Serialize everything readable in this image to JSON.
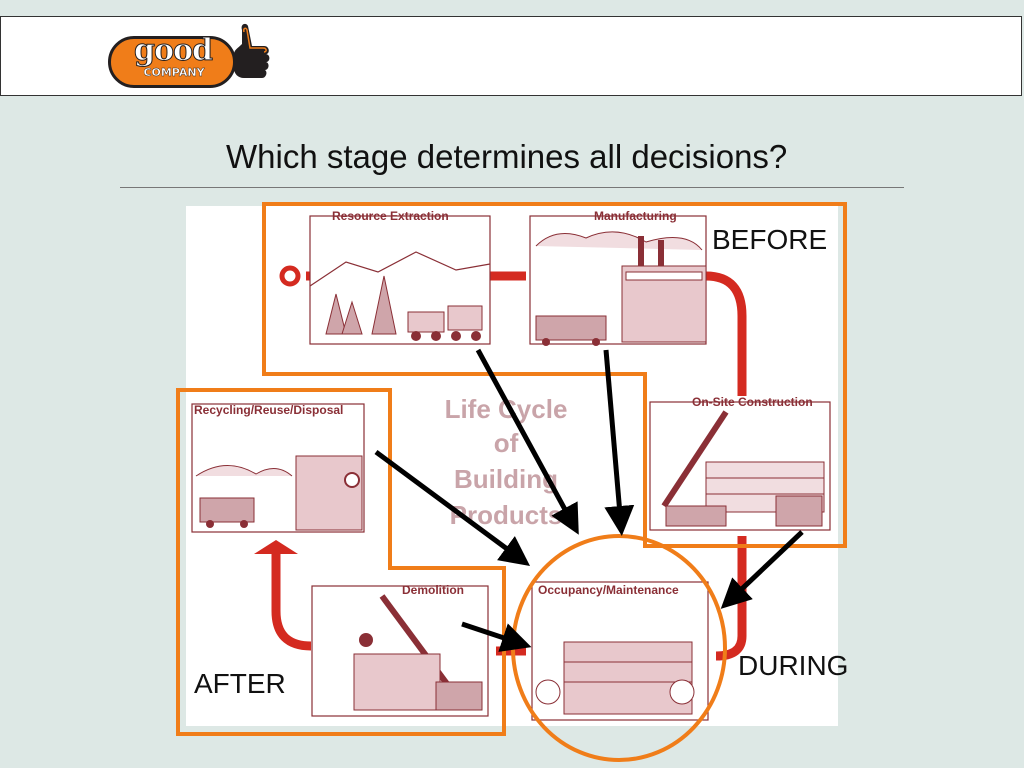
{
  "logo": {
    "word": "good",
    "sub": "COMPANY"
  },
  "title": "Which stage determines all decisions?",
  "diagram": {
    "center_text": [
      "Life Cycle",
      "of",
      "Building",
      "Products"
    ],
    "stages": {
      "resource_extraction": "Resource Extraction",
      "manufacturing": "Manufacturing",
      "on_site_construction": "On-Site Construction",
      "occupancy": "Occupancy/Maintenance",
      "demolition": "Demolition",
      "recycling": "Recycling/Reuse/Disposal"
    }
  },
  "labels": {
    "before": "BEFORE",
    "during": "DURING",
    "after": "AFTER"
  },
  "colors": {
    "highlight": "#f07d19",
    "cycle": "#d42a20",
    "arrow": "#000000"
  }
}
